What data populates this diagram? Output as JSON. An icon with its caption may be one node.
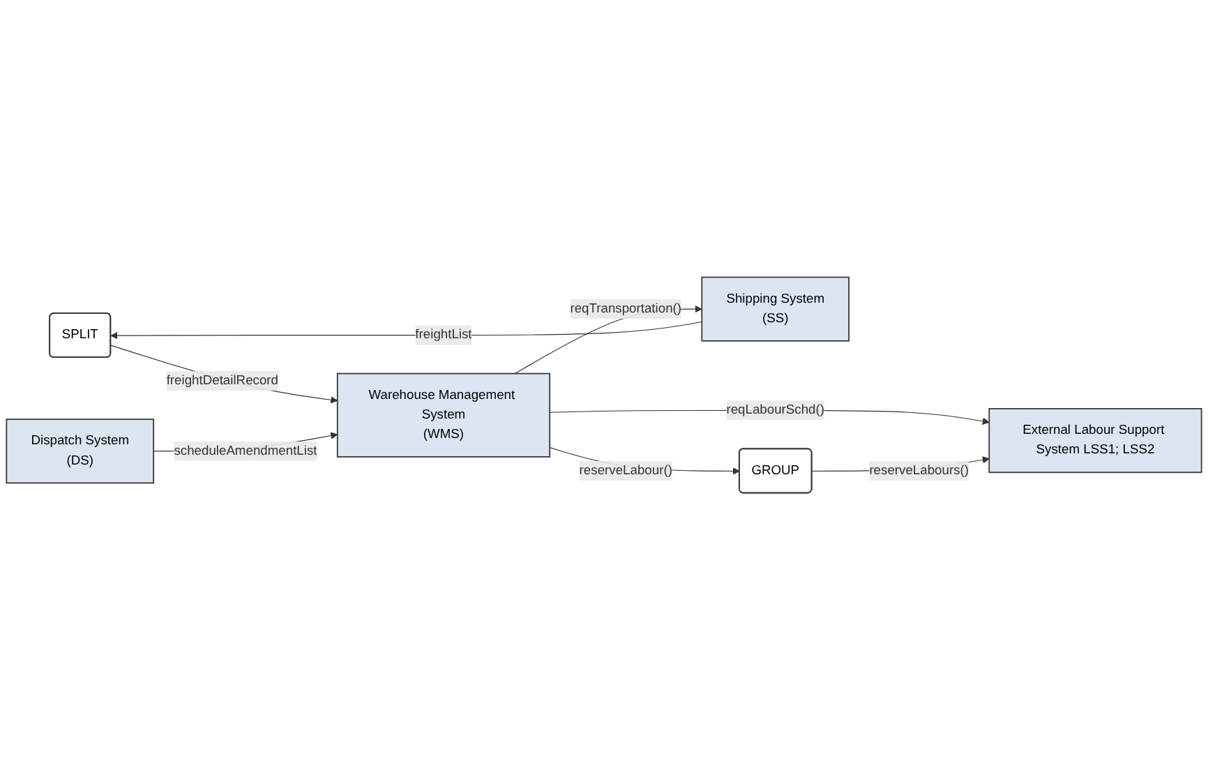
{
  "diagram": {
    "nodes": [
      {
        "text": [
          "SPLIT"
        ]
      },
      {
        "text": [
          "Shipping System",
          "(SS)"
        ]
      },
      {
        "text": [
          "Warehouse Management System",
          "(WMS)"
        ]
      },
      {
        "text": [
          "External Labour Support System LSS1; LSS2"
        ]
      },
      {
        "text": [
          "GROUP"
        ]
      },
      {
        "text": [
          "Dispatch System",
          "(DS)"
        ]
      }
    ],
    "edges": [
      {
        "from": 1,
        "to": 0,
        "arrow": "to",
        "label": "freightList"
      },
      {
        "from": 0,
        "to": 2,
        "arrow": "to",
        "label": "freightDetailRecord"
      },
      {
        "from": 2,
        "to": 1,
        "arrow": "to",
        "label": "reqTransportation()"
      },
      {
        "from": 2,
        "to": 3,
        "arrow": "to",
        "label": "reqLabourSchd()"
      },
      {
        "from": 2,
        "to": 4,
        "arrow": "to",
        "label": "reserveLabour()"
      },
      {
        "from": 4,
        "to": 3,
        "arrow": "to",
        "label": "reserveLabours()"
      },
      {
        "from": 5,
        "to": 2,
        "arrow": "to",
        "label": "scheduleAmendmentList"
      }
    ]
  }
}
